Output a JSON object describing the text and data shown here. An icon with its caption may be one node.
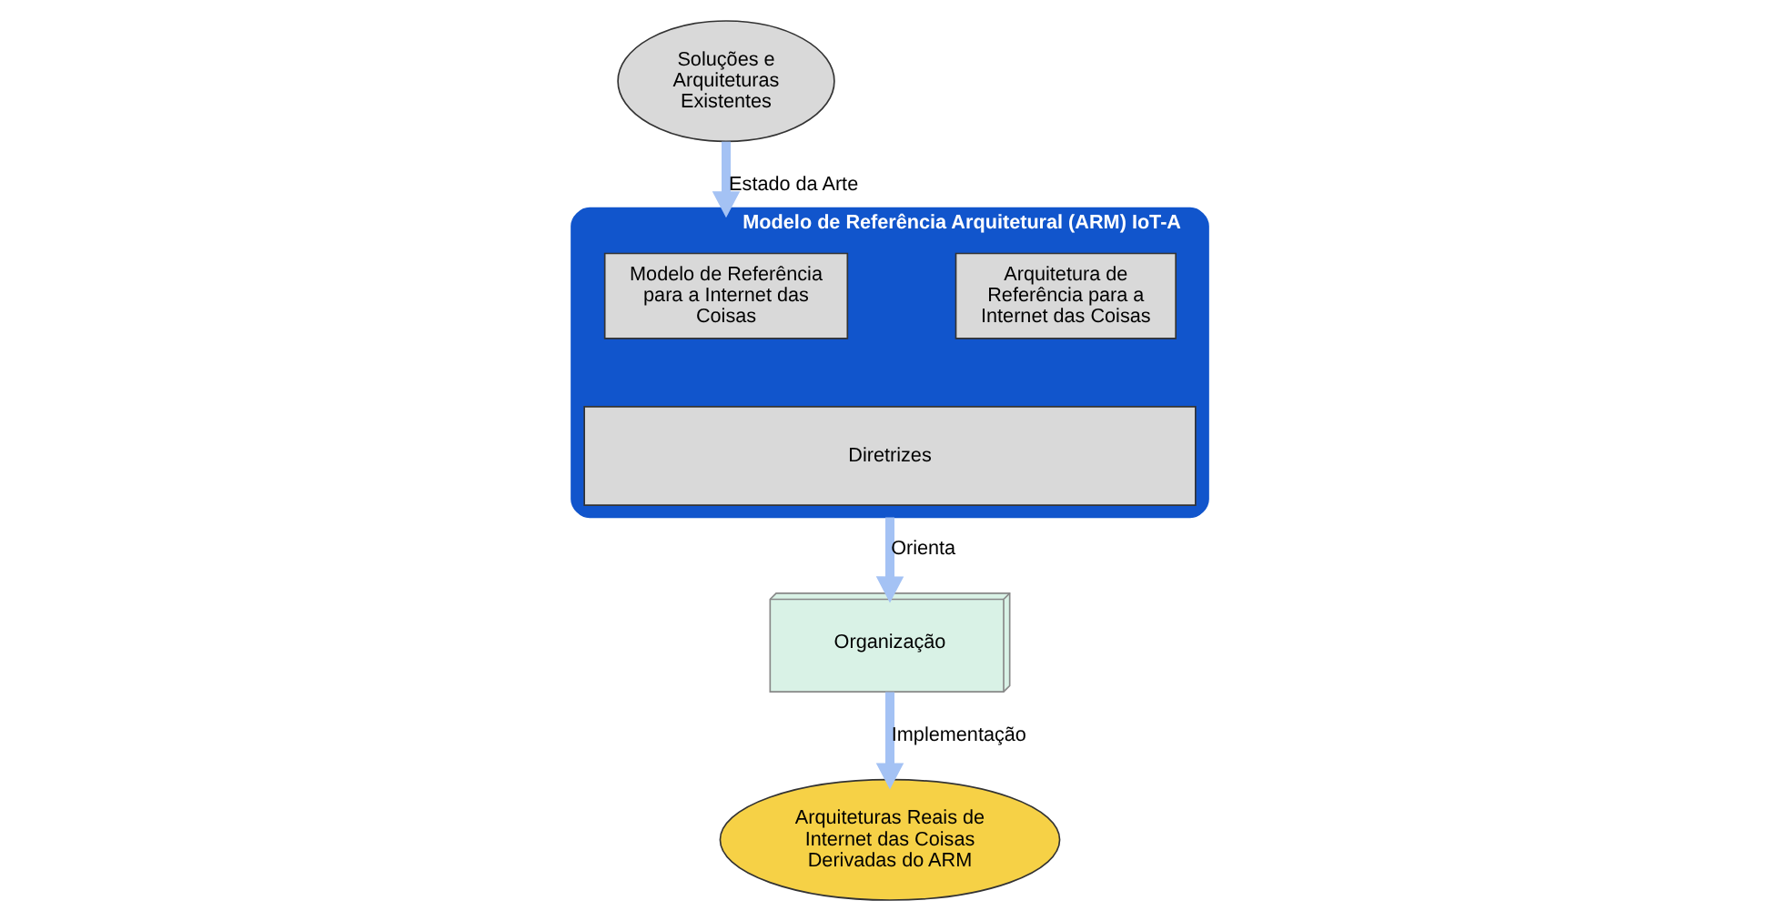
{
  "diagram": {
    "nodes": [
      {
        "text": [
          "Soluções e Arquiteturas Existentes"
        ]
      },
      {
        "text": [
          "Modelo de Referência Arquitetural (ARM) IoT-A"
        ]
      },
      {
        "text": [
          "Modelo de Referência para a Internet das Coisas"
        ],
        "in": 1
      },
      {
        "text": [
          "Arquitetura de Referência para a Internet das Coisas"
        ],
        "in": 1
      },
      {
        "text": [
          "Diretrizes"
        ],
        "in": 1
      },
      {
        "text": [
          "Organização"
        ]
      },
      {
        "text": [
          "Arquiteturas Reais de Internet das Coisas Derivadas do ARM"
        ]
      }
    ],
    "edges": [
      {
        "from": 0,
        "to": 1,
        "arrow": "to",
        "label": "Estado da Arte"
      },
      {
        "from": 1,
        "to": 5,
        "arrow": "to",
        "label": "Orienta"
      },
      {
        "from": 5,
        "to": 6,
        "arrow": "to",
        "label": "Implementação"
      }
    ]
  }
}
